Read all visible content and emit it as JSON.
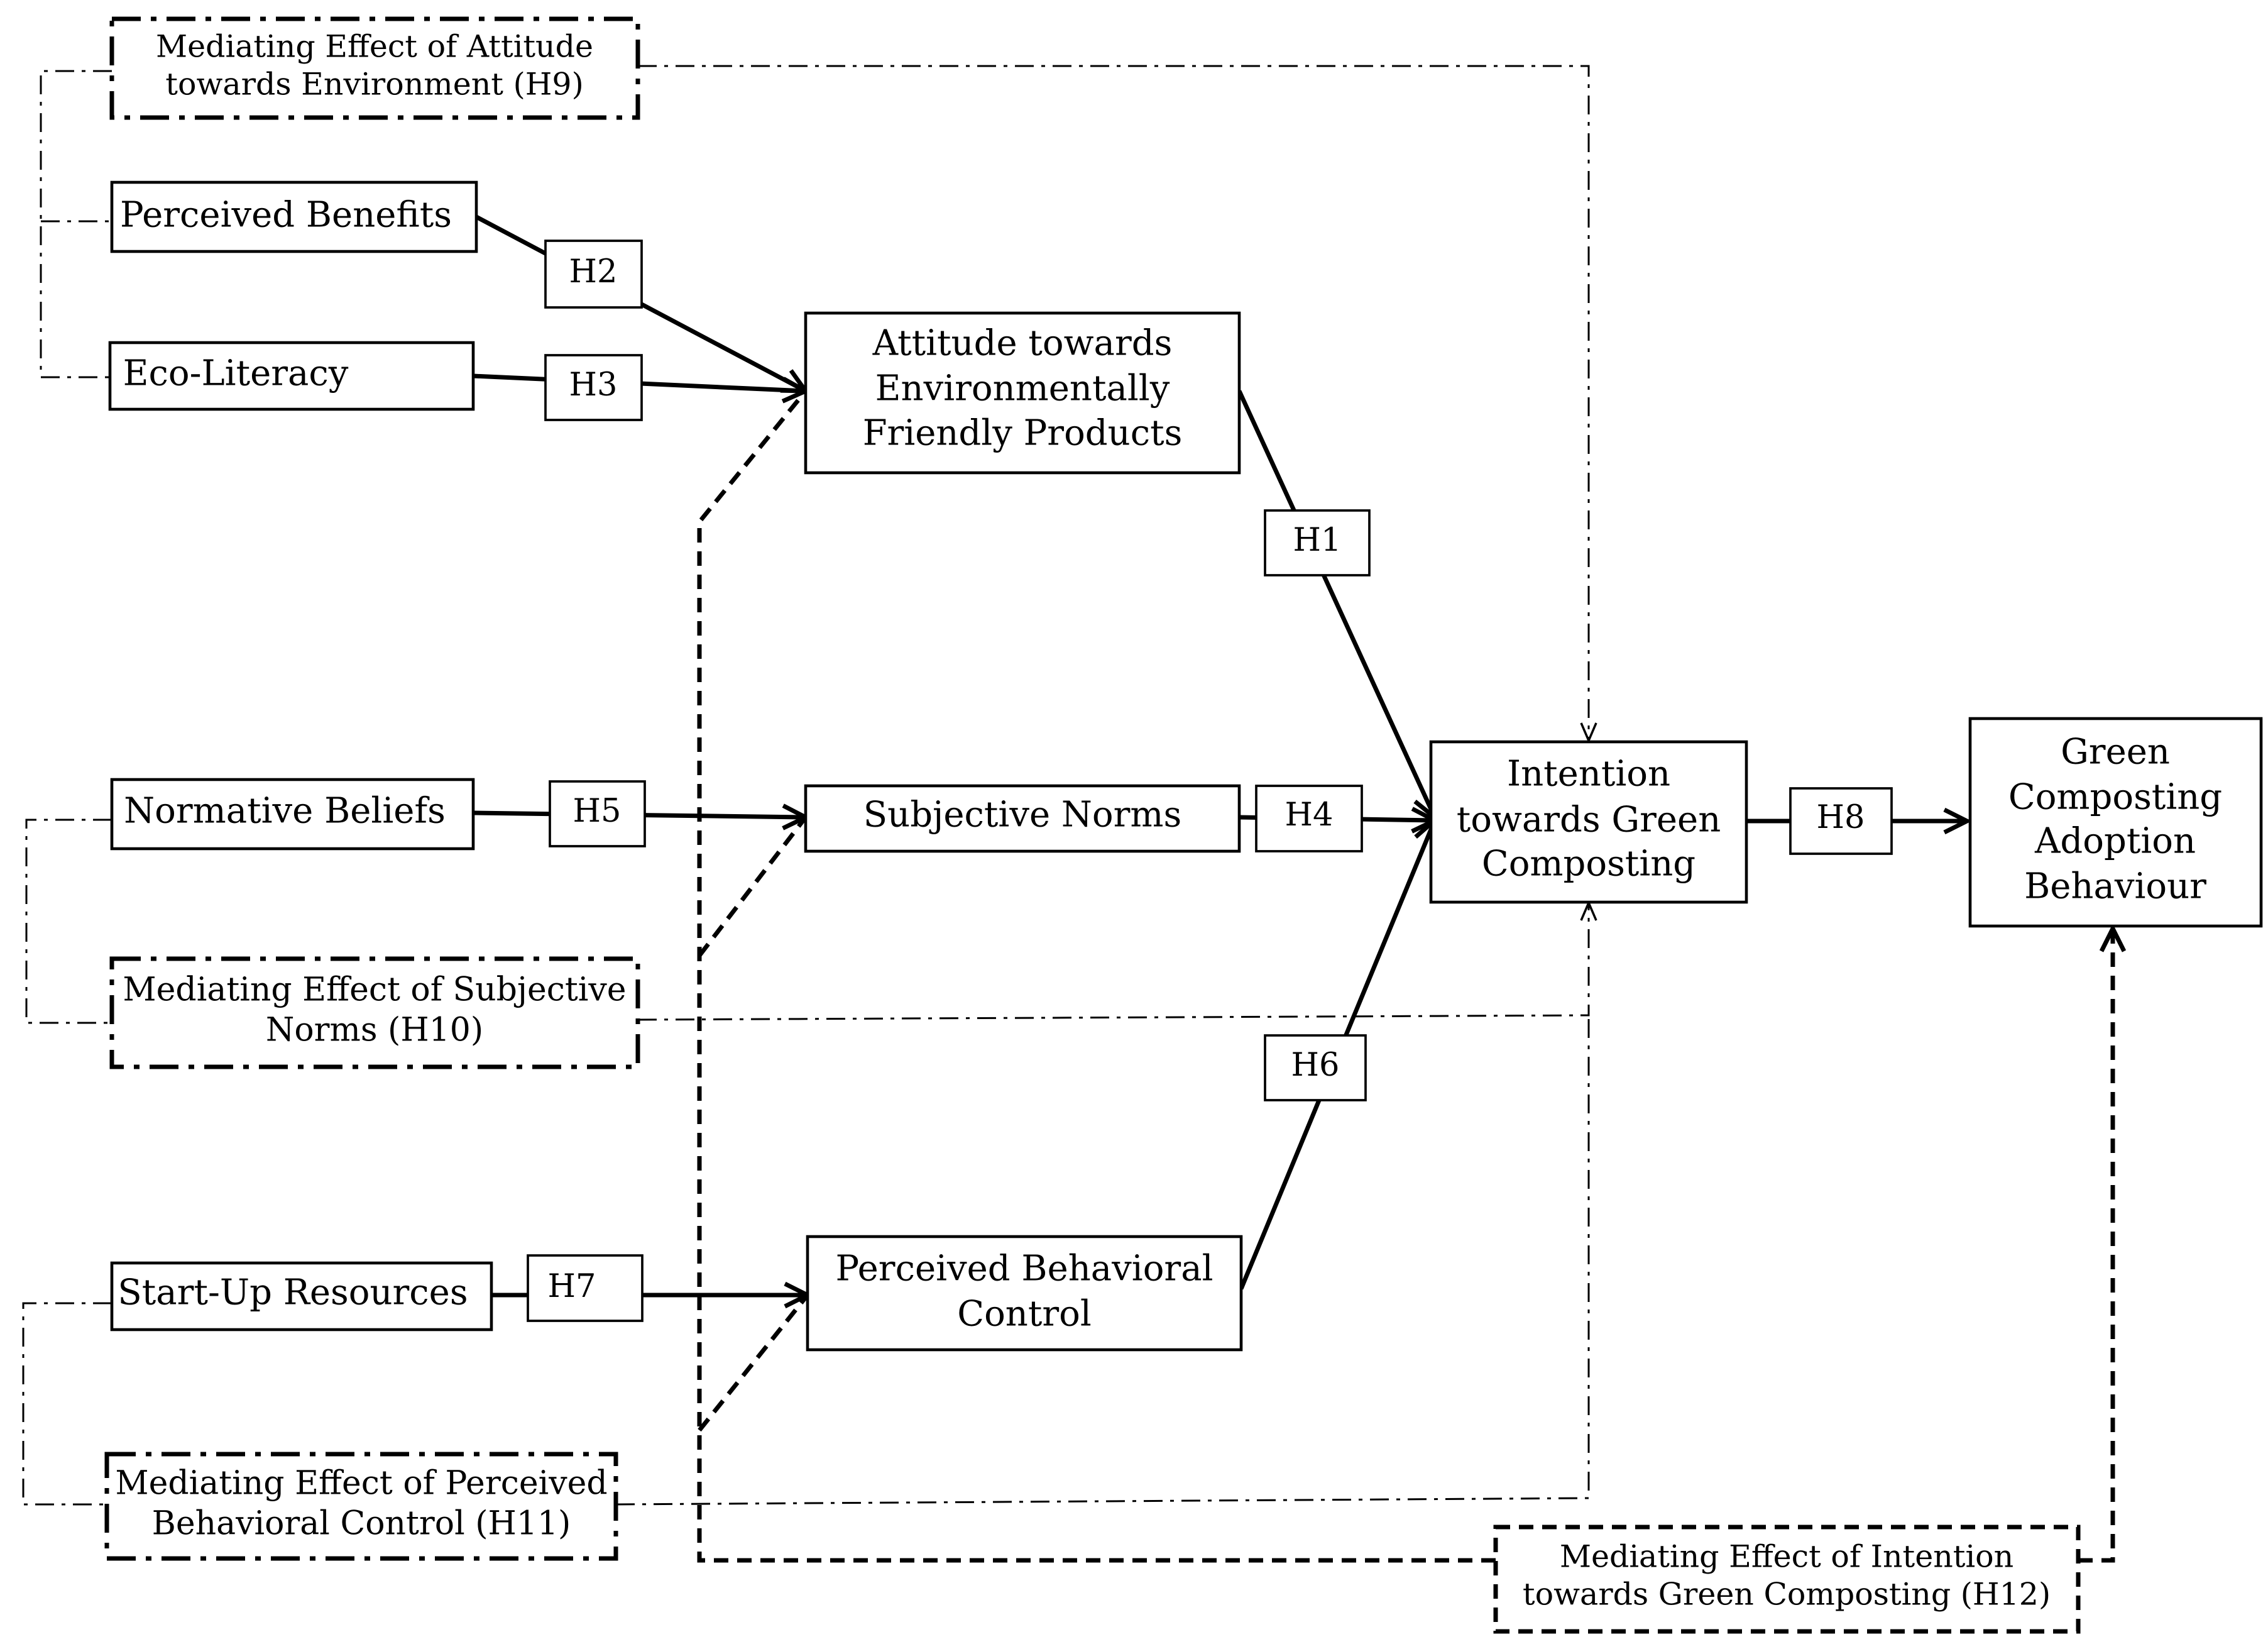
{
  "nodes": {
    "perceived_benefits": "Perceived Benefits",
    "eco_literacy": "Eco-Literacy",
    "attitude": [
      "Attitude towards",
      "Environmentally",
      "Friendly Products"
    ],
    "normative_beliefs": "Normative Beliefs",
    "subjective_norms": "Subjective Norms",
    "start_up_resources": "Start-Up Resources",
    "perceived_behavioral_control": [
      "Perceived Behavioral",
      "Control"
    ],
    "intention": [
      "Intention",
      "towards Green",
      "Composting"
    ],
    "adoption": [
      "Green",
      "Composting",
      "Adoption",
      "Behaviour"
    ]
  },
  "mediators": {
    "h9": [
      "Mediating Effect of Attitude",
      "towards Environment  (H9)"
    ],
    "h10": [
      "Mediating Effect of Subjective",
      "Norms (H10)"
    ],
    "h11": [
      "Mediating Effect of Perceived",
      "Behavioral Control (H11)"
    ],
    "h12": [
      "Mediating Effect of Intention",
      "towards Green Composting (H12)"
    ]
  },
  "hypotheses": {
    "h1": "H1",
    "h2": "H2",
    "h3": "H3",
    "h4": "H4",
    "h5": "H5",
    "h6": "H6",
    "h7": "H7",
    "h8": "H8"
  }
}
